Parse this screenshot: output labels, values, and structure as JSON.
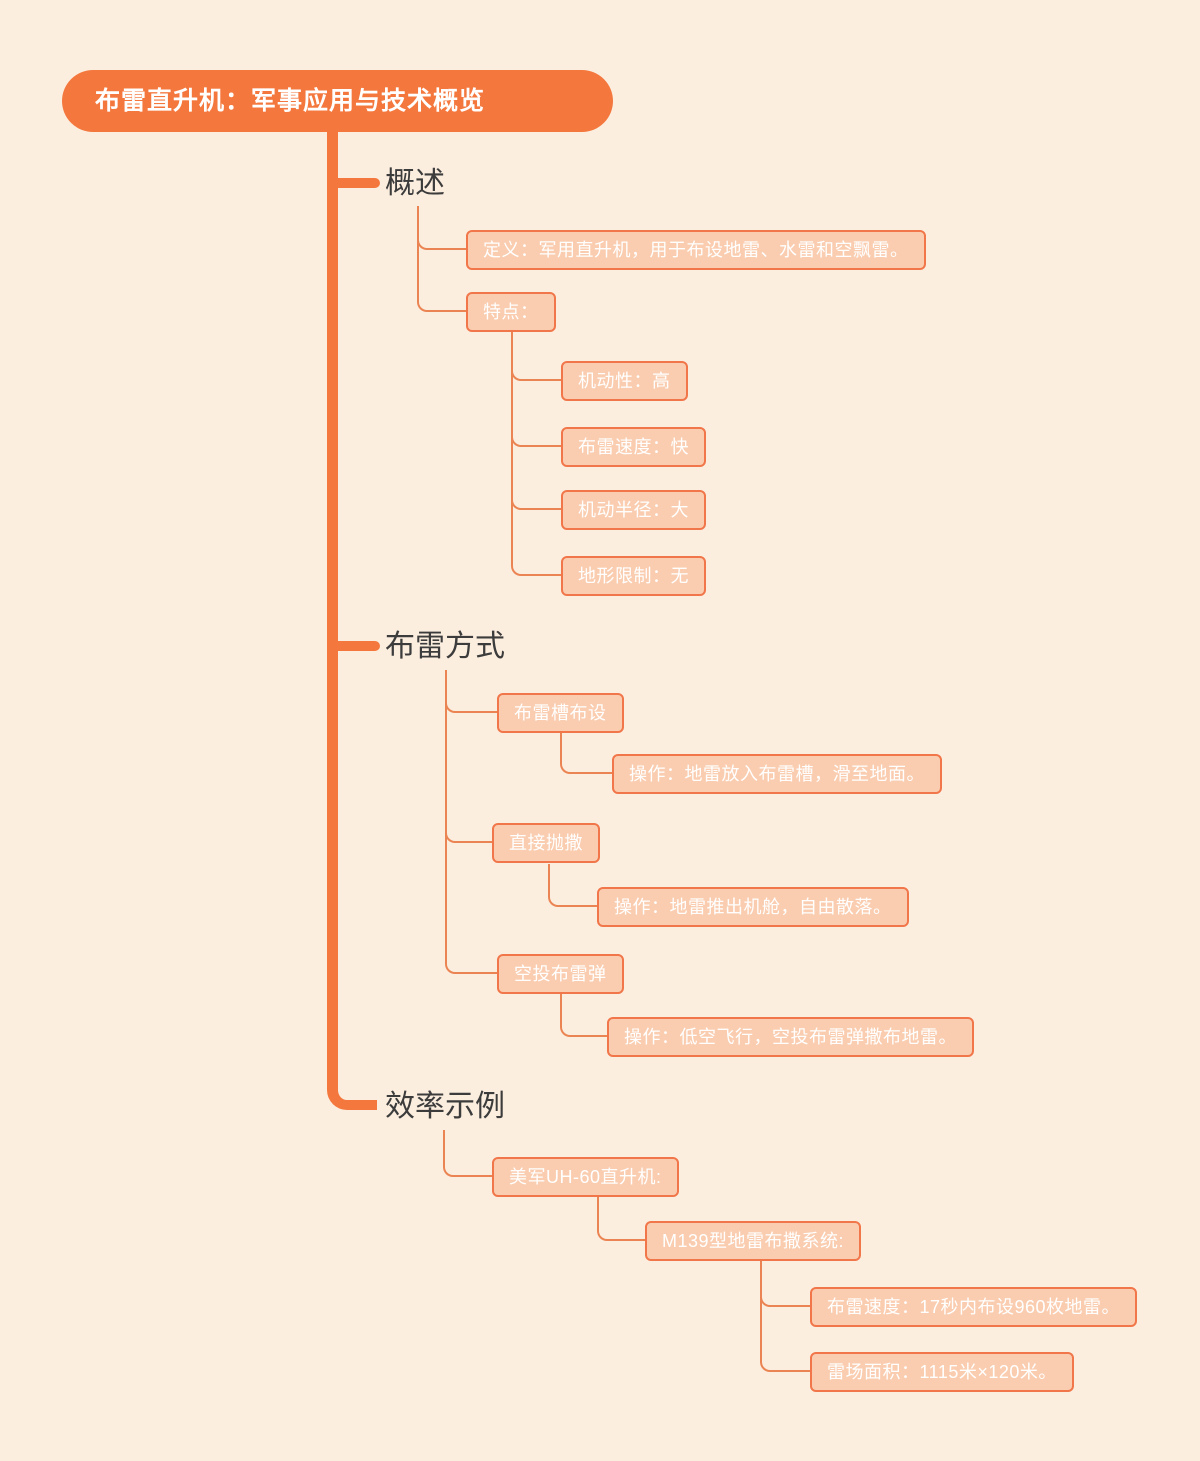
{
  "colors": {
    "background": "#FCEEDF",
    "primary_orange": "#F4783E",
    "connector_orange": "#EB8453",
    "node_fill": "#FACDB0",
    "node_border": "#F1764A",
    "node_text": "#FFFFFF",
    "label_text": "#3C3C3C"
  },
  "root": {
    "title": "布雷直升机：军事应用与技术概览"
  },
  "branches": [
    {
      "label": "概述",
      "definition": "定义：军用直升机，用于布设地雷、水雷和空飘雷。",
      "features_header": "特点：",
      "features": [
        "机动性：高",
        "布雷速度：快",
        "机动半径：大",
        "地形限制：无"
      ]
    },
    {
      "label": "布雷方式",
      "methods": [
        {
          "name": "布雷槽布设",
          "operation": "操作：地雷放入布雷槽，滑至地面。"
        },
        {
          "name": "直接抛撒",
          "operation": "操作：地雷推出机舱，自由散落。"
        },
        {
          "name": "空投布雷弹",
          "operation": "操作：低空飞行，空投布雷弹撒布地雷。"
        }
      ]
    },
    {
      "label": "效率示例",
      "example": {
        "helicopter": "美军UH-60直升机:",
        "system": "M139型地雷布撒系统:",
        "stats": [
          "布雷速度：17秒内布设960枚地雷。",
          "雷场面积：1115米×120米。"
        ]
      }
    }
  ]
}
